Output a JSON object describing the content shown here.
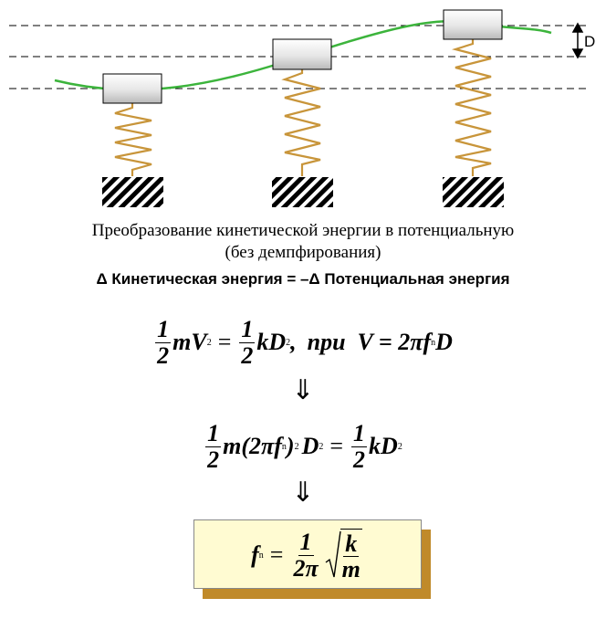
{
  "diagram": {
    "d_label": "D",
    "spring_color": "#c8953a",
    "curve_color": "#3cb43c"
  },
  "caption": {
    "line1": "Преобразование кинетической энергии в потенциальную",
    "line2": "(без демпфирования)",
    "energy_statement": "Δ Кинетическая энергия  = –Δ Потенциальная энергия"
  },
  "eq1": {
    "half_num": "1",
    "half_den": "2",
    "left": "mV",
    "left_exp": "2",
    "equals": "=",
    "right_half_num": "1",
    "right_half_den": "2",
    "right": "kD",
    "right_exp": "2",
    "comma": ",",
    "condition": "при  V = 2πf",
    "condition_sub": "n",
    "condition_end": "D"
  },
  "arrow1": "⇓",
  "eq2": {
    "half_num": "1",
    "half_den": "2",
    "left": "m(2πf",
    "left_sub": "n",
    "left_paren": ")",
    "left_paren_exp": "2",
    "left_d": "D",
    "left_d_exp": "2",
    "equals": "=",
    "right_half_num": "1",
    "right_half_den": "2",
    "right": "kD",
    "right_exp": "2"
  },
  "arrow2": "⇓",
  "result": {
    "f": "f",
    "f_sub": "n",
    "equals": "=",
    "num": "1",
    "den": "2π",
    "sqrt_num": "k",
    "sqrt_den": "m",
    "box_color": "#fffbd2",
    "shadow_color": "#c08a2a"
  }
}
